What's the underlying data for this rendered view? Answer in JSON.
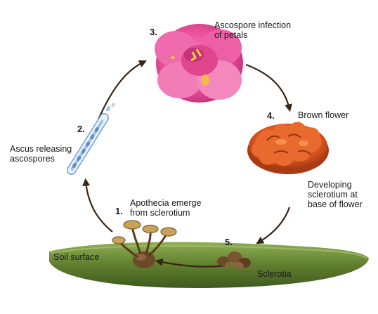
{
  "steps": [
    {
      "number": "1.",
      "label": "Apothecia emerge\nfrom sclerotium"
    },
    {
      "number": "2.",
      "label": "Ascus releasing\nascospores"
    },
    {
      "number": "3.",
      "label": "Ascospore infection\nof petals"
    },
    {
      "number": "4.",
      "label": "Brown flower"
    },
    {
      "number": "5.",
      "label": ""
    }
  ],
  "labels": {
    "soil_surface": "Soil surface",
    "sclerotia": "Sclerotia",
    "developing": "Developing\nsclerotium at\nbase of flower"
  },
  "colors": {
    "arrow": "#3a2414",
    "soil": "#6f8f3a",
    "pink_flower": "#e8509a",
    "brown_flower": "#e0642a",
    "sclerotium": "#6b4a2a",
    "ascus": "#9fc4e8"
  },
  "icons": [
    "pink-flower-icon",
    "brown-flower-icon",
    "ascus-icon",
    "apothecia-icon",
    "sclerotia-icon"
  ]
}
